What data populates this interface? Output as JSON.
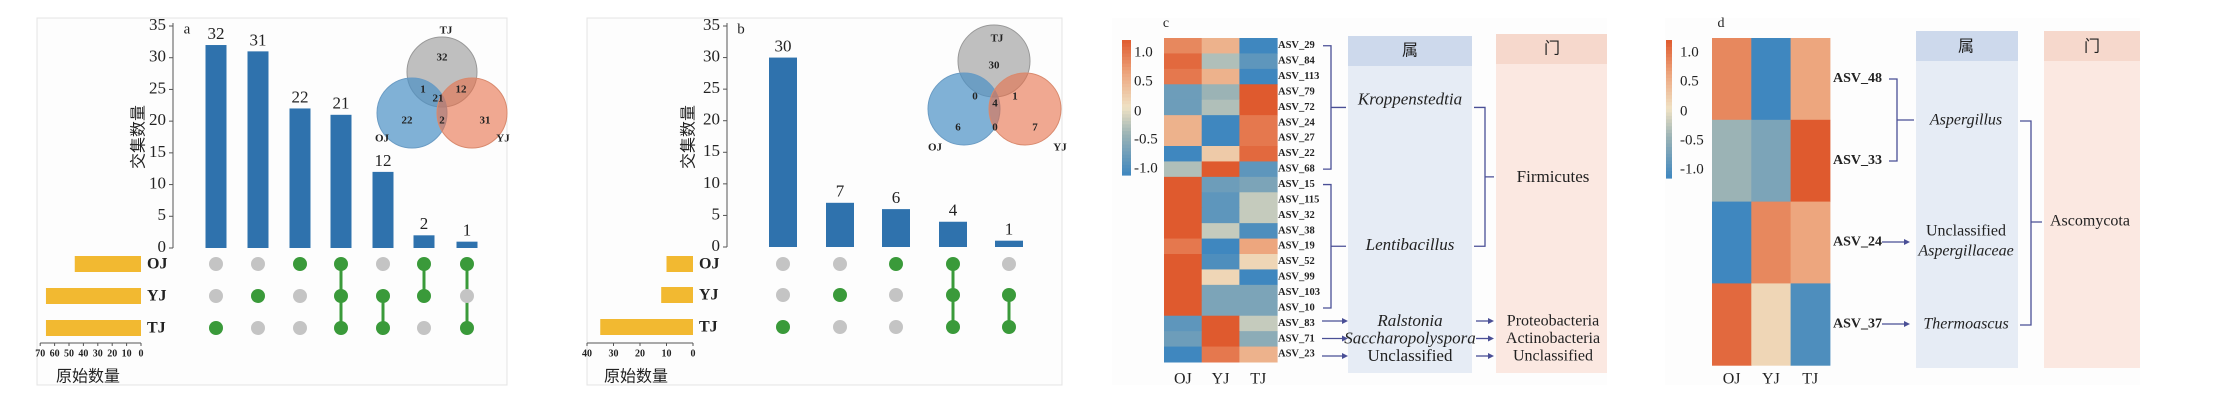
{
  "colors": {
    "bar": "#2f72ad",
    "set_bar": "#f2b931",
    "dot_on": "#3a9a3a",
    "dot_off": "#c4c4c4",
    "venn_tj": "#a9a9a9",
    "venn_oj": "#4a90c4",
    "venn_yj": "#e8704a",
    "genus_bg": "#e6ecf5",
    "genus_head": "#cdd9ec",
    "phylum_bg": "#fbe8e1",
    "phylum_head": "#f6d8cc",
    "bracket": "#4a4f96"
  },
  "chart_data": [
    {
      "panel": "a",
      "type": "bar",
      "title": "a",
      "ylabel": "交集数量",
      "set_axis_label": "原始数量",
      "ylim": [
        0,
        35
      ],
      "yticks": [
        "0",
        "5",
        "10",
        "15",
        "20",
        "25",
        "30",
        "35"
      ],
      "sets": [
        "OJ",
        "YJ",
        "TJ"
      ],
      "set_sizes": [
        46,
        66,
        66
      ],
      "set_xlim": [
        0,
        70
      ],
      "set_ticks": [
        "70",
        "60",
        "50",
        "40",
        "30",
        "20",
        "10",
        "0"
      ],
      "values": [
        32,
        31,
        22,
        21,
        12,
        2,
        1
      ],
      "membership": [
        [
          "TJ"
        ],
        [
          "YJ"
        ],
        [
          "OJ"
        ],
        [
          "OJ",
          "YJ",
          "TJ"
        ],
        [
          "YJ",
          "TJ"
        ],
        [
          "OJ",
          "YJ"
        ],
        [
          "OJ",
          "TJ"
        ]
      ],
      "venn": {
        "labels": [
          "TJ",
          "OJ",
          "YJ"
        ],
        "TJ_only": "32",
        "OJ_TJ": "1",
        "all": "21",
        "TJ_YJ": "12",
        "OJ_only": "22",
        "OJ_YJ": "2",
        "YJ_only": "31"
      }
    },
    {
      "panel": "b",
      "type": "bar",
      "title": "b",
      "ylabel": "交集数量",
      "set_axis_label": "原始数量",
      "ylim": [
        0,
        35
      ],
      "yticks": [
        "0",
        "5",
        "10",
        "15",
        "20",
        "25",
        "30",
        "35"
      ],
      "sets": [
        "OJ",
        "YJ",
        "TJ"
      ],
      "set_sizes": [
        10,
        12,
        35
      ],
      "set_xlim": [
        0,
        40
      ],
      "set_ticks": [
        "40",
        "30",
        "20",
        "10",
        "0"
      ],
      "values": [
        30,
        7,
        6,
        4,
        1
      ],
      "membership": [
        [
          "TJ"
        ],
        [
          "YJ"
        ],
        [
          "OJ"
        ],
        [
          "OJ",
          "YJ",
          "TJ"
        ],
        [
          "YJ",
          "TJ"
        ]
      ],
      "venn": {
        "labels": [
          "TJ",
          "OJ",
          "YJ"
        ],
        "TJ_only": "30",
        "OJ_TJ": "0",
        "all": "4",
        "TJ_YJ": "1",
        "OJ_only": "6",
        "OJ_YJ": "0",
        "YJ_only": "7"
      }
    },
    {
      "panel": "c",
      "type": "heatmap",
      "title": "c",
      "columns": [
        "OJ",
        "YJ",
        "TJ"
      ],
      "colorbar_ticks": [
        "1.0",
        "0.5",
        "0",
        "-0.5",
        "-1.0"
      ],
      "zlim": [
        -1,
        1
      ],
      "rows": [
        "ASV_29",
        "ASV_84",
        "ASV_113",
        "ASV_79",
        "ASV_72",
        "ASV_24",
        "ASV_27",
        "ASV_22",
        "ASV_68",
        "ASV_15",
        "ASV_115",
        "ASV_32",
        "ASV_38",
        "ASV_19",
        "ASV_52",
        "ASV_99",
        "ASV_103",
        "ASV_10",
        "ASV_83",
        "ASV_71",
        "ASV_23"
      ],
      "values": [
        [
          0.7,
          0.4,
          -1
        ],
        [
          0.9,
          -0.3,
          -0.8
        ],
        [
          0.8,
          0.4,
          -1
        ],
        [
          -0.7,
          -0.4,
          1
        ],
        [
          -0.7,
          -0.3,
          1
        ],
        [
          0.4,
          -1,
          0.8
        ],
        [
          0.4,
          -1,
          0.8
        ],
        [
          -1,
          0.2,
          0.9
        ],
        [
          -0.3,
          1,
          -0.8
        ],
        [
          1,
          -0.7,
          -0.6
        ],
        [
          1,
          -0.8,
          -0.2
        ],
        [
          1,
          -0.8,
          -0.2
        ],
        [
          1,
          -0.2,
          -0.9
        ],
        [
          0.8,
          -1,
          0.5
        ],
        [
          1,
          -0.9,
          0.1
        ],
        [
          1,
          0.1,
          -1
        ],
        [
          1,
          -0.6,
          -0.6
        ],
        [
          1,
          -0.6,
          -0.6
        ],
        [
          -0.8,
          1,
          -0.2
        ],
        [
          -0.7,
          1,
          -0.5
        ],
        [
          -1,
          0.8,
          0.4
        ]
      ],
      "genus_header": "属",
      "phylum_header": "门",
      "genera": [
        "Kroppenstedtia",
        "Lentibacillus",
        "Ralstonia",
        "Saccharopolyspora",
        "Unclassified"
      ],
      "phyla": [
        "Firmicutes",
        "Proteobacteria",
        "Actinobacteria",
        "Unclassified"
      ]
    },
    {
      "panel": "d",
      "type": "heatmap",
      "title": "d",
      "columns": [
        "OJ",
        "YJ",
        "TJ"
      ],
      "colorbar_ticks": [
        "1.0",
        "0.5",
        "0",
        "-0.5",
        "-1.0"
      ],
      "zlim": [
        -1,
        1
      ],
      "rows": [
        "ASV_48",
        "ASV_33",
        "ASV_24",
        "ASV_37"
      ],
      "values": [
        [
          0.7,
          -1,
          0.5
        ],
        [
          -0.4,
          -0.6,
          1
        ],
        [
          -1,
          0.7,
          0.5
        ],
        [
          0.9,
          0.1,
          -0.9
        ]
      ],
      "genus_header": "属",
      "phylum_header": "门",
      "genera": [
        "Aspergillus",
        "Unclassified",
        "Aspergillaceae",
        "Thermoascus"
      ],
      "phyla": [
        "Ascomycota"
      ]
    }
  ]
}
